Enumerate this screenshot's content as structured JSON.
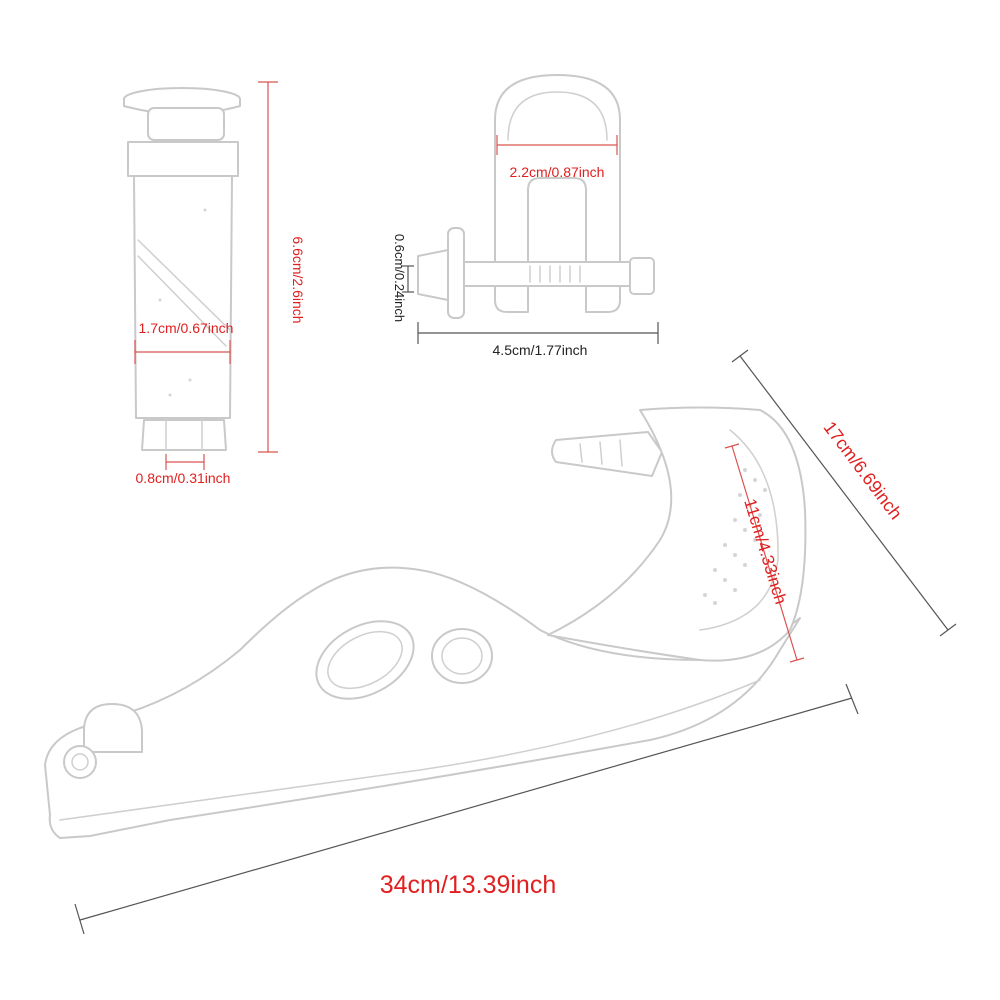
{
  "dimensions": {
    "bolt_length": "6.6cm/2.6inch",
    "bolt_diameter": "1.7cm/0.67inch",
    "bolt_nut": "0.8cm/0.31inch",
    "clamp_inner": "2.2cm/0.87inch",
    "clamp_thread": "0.6cm/0.24inch",
    "clamp_width": "4.5cm/1.77inch",
    "guard_depth": "17cm/6.69inch",
    "guard_height": "11cm/4.33inch",
    "guard_length": "34cm/13.39inch"
  },
  "colors": {
    "label": "#e02020",
    "label_dark": "#222222",
    "sketch": "#c9c9c9"
  }
}
